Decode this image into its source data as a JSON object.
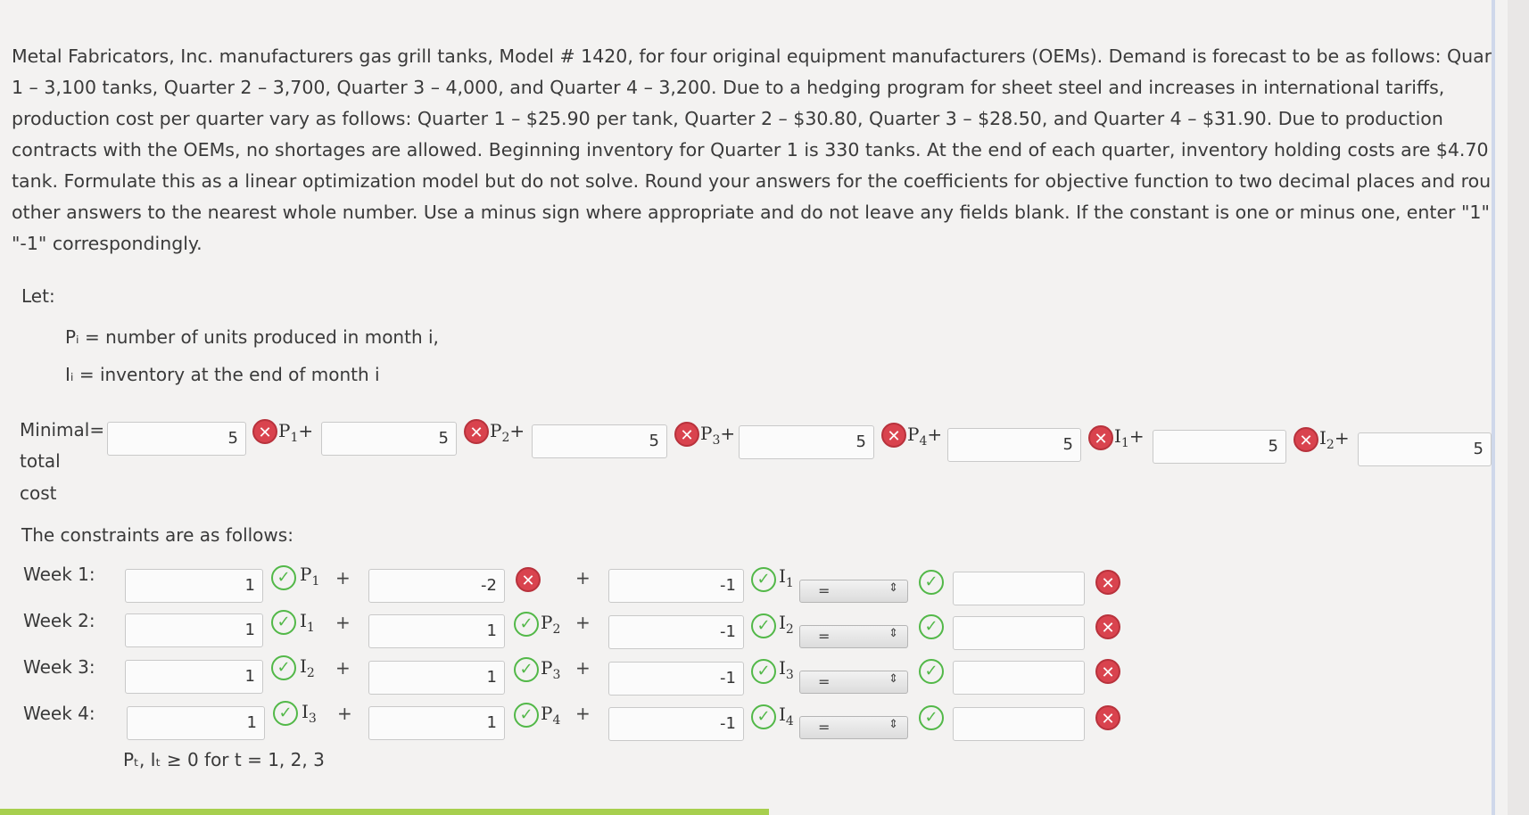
{
  "problem": {
    "lines": [
      "Metal Fabricators, Inc. manufacturers gas grill tanks, Model # 1420, for four original equipment manufacturers (OEMs). Demand is forecast to be as follows: Quar",
      "1 – 3,100 tanks, Quarter 2 – 3,700, Quarter 3 – 4,000, and Quarter 4 – 3,200. Due to a hedging program for sheet steel and increases in international tariffs,",
      "production cost per quarter vary as follows: Quarter 1 – $25.90 per tank, Quarter 2 – $30.80, Quarter 3 – $28.50, and Quarter 4 – $31.90. Due to production",
      "contracts with the OEMs, no shortages are allowed. Beginning inventory for Quarter 1 is 330 tanks. At the end of each quarter, inventory holding costs are $4.70",
      "tank. Formulate this as a linear optimization model but do not solve. Round your answers for the coefficients for objective function to two decimal places and rour",
      "other answers to the nearest whole number. Use a minus sign where appropriate and do not leave any fields blank. If the constant is one or minus one, enter \"1\"",
      "\"-1\" correspondingly."
    ]
  },
  "let_label": "Let:",
  "definitions": {
    "p": "Pᵢ = number of units produced in month i,",
    "i": "Iᵢ = inventory at the end of month i"
  },
  "objective": {
    "label_1": "Minimal=",
    "label_2": "total",
    "label_3": "cost",
    "coefficients": [
      "5",
      "5",
      "5",
      "5",
      "5",
      "5",
      "5"
    ],
    "vars": [
      {
        "name": "P",
        "sub": "1"
      },
      {
        "name": "P",
        "sub": "2"
      },
      {
        "name": "P",
        "sub": "3"
      },
      {
        "name": "P",
        "sub": "4"
      },
      {
        "name": "I",
        "sub": "1"
      },
      {
        "name": "I",
        "sub": "2"
      }
    ],
    "plus": "+"
  },
  "constraints_label": "The constraints are as follows:",
  "constraints": [
    {
      "label": "Week 1:",
      "c1": "1",
      "v1": "P",
      "s1": "1",
      "c2": "-2",
      "v2": "",
      "s2": "",
      "c3": "-1",
      "v3": "I",
      "s3": "1",
      "op": "=",
      "rhs": ""
    },
    {
      "label": "Week 2:",
      "c1": "1",
      "v1": "I",
      "s1": "1",
      "c2": "1",
      "v2": "P",
      "s2": "2",
      "c3": "-1",
      "v3": "I",
      "s3": "2",
      "op": "=",
      "rhs": ""
    },
    {
      "label": "Week 3:",
      "c1": "1",
      "v1": "I",
      "s1": "2",
      "c2": "1",
      "v2": "P",
      "s2": "3",
      "c3": "-1",
      "v3": "I",
      "s3": "3",
      "op": "=",
      "rhs": ""
    },
    {
      "label": "Week 4:",
      "c1": "1",
      "v1": "I",
      "s1": "3",
      "c2": "1",
      "v2": "P",
      "s2": "4",
      "c3": "-1",
      "v3": "I",
      "s3": "4",
      "op": "=",
      "rhs": ""
    }
  ],
  "nonnegativity": "Pₜ, Iₜ ≥ 0 for t = 1, 2, 3",
  "icons": {
    "wrong": "x-icon",
    "correct": "check-icon",
    "select_arrow": "updown-arrow-icon"
  },
  "colors": {
    "wrong": "#d9434e",
    "correct": "#52b848",
    "progress": "#a7cf4e"
  }
}
